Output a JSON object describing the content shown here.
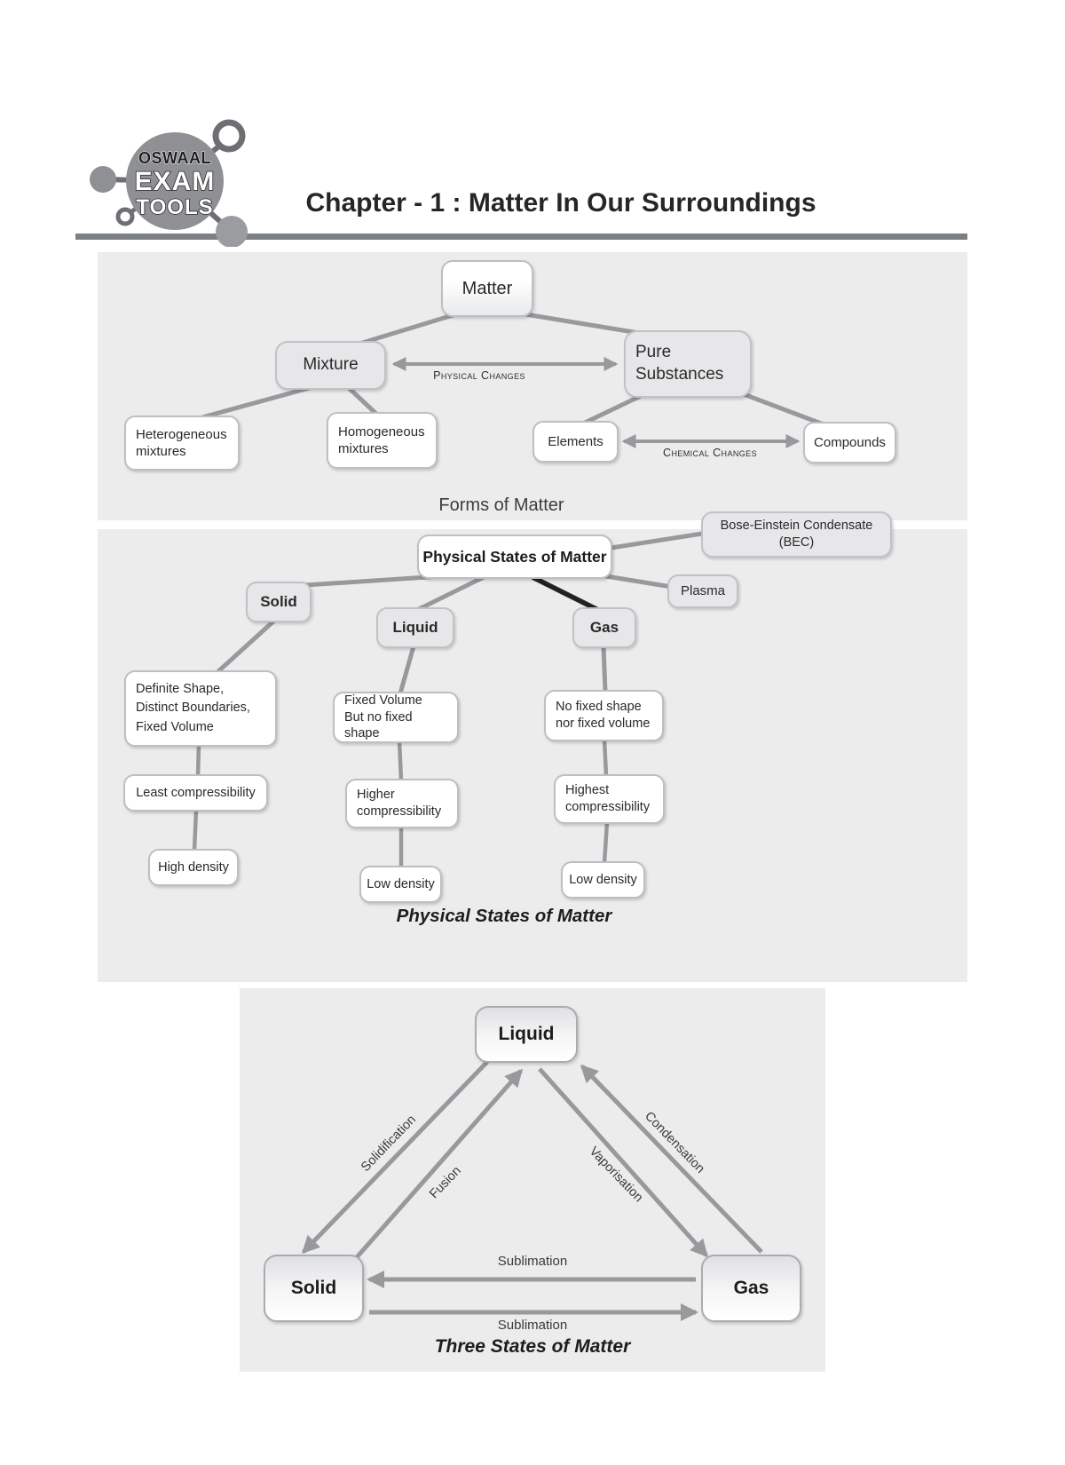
{
  "header": {
    "logo": {
      "brand": "OSWAAL",
      "line2": "EXAM",
      "line3": "TOOLS"
    },
    "title": "Chapter - 1 : Matter In Our Surroundings"
  },
  "forms_of_matter": {
    "matter": "Matter",
    "mixture": "Mixture",
    "pure_substances": "Pure Substances",
    "heterogeneous": "Heterogeneous mixtures",
    "homogeneous": "Homogeneous mixtures",
    "elements": "Elements",
    "compounds": "Compounds",
    "physical_changes": "Physical Changes",
    "chemical_changes": "Chemical Changes",
    "caption": "Forms of Matter"
  },
  "physical_states": {
    "heading": "Physical States of Matter",
    "solid": "Solid",
    "liquid": "Liquid",
    "gas": "Gas",
    "plasma": "Plasma",
    "bec_line1": "Bose-Einstein Condensate",
    "bec_line2": "(BEC)",
    "solid_props": [
      "Definite Shape,",
      "Distinct Boundaries,",
      "Fixed Volume"
    ],
    "liquid_props": [
      "Fixed Volume",
      "But no fixed shape"
    ],
    "gas_props": [
      "No fixed shape",
      "nor fixed volume"
    ],
    "compressibility": [
      "Least compressibility",
      "Higher compressibility",
      "Highest compressibility"
    ],
    "density": [
      "High density",
      "Low density",
      "Low density"
    ],
    "caption": "Physical States of Matter"
  },
  "three_states": {
    "liquid": "Liquid",
    "solid": "Solid",
    "gas": "Gas",
    "solidification": "Solidification",
    "fusion": "Fusion",
    "vaporisation": "Vaporisation",
    "condensation": "Condensation",
    "sublimation_top": "Sublimation",
    "sublimation_bottom": "Sublimation",
    "caption": "Three States of Matter"
  }
}
